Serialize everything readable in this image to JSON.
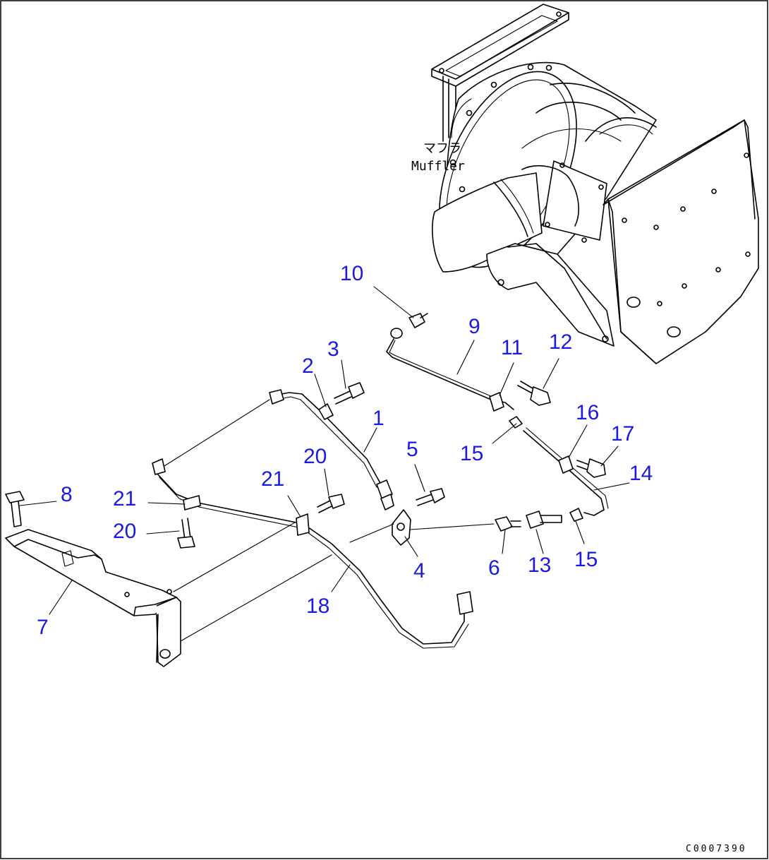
{
  "diagram": {
    "muffler_label_jp": "マフラ",
    "muffler_label_en": "Muffler",
    "drawing_code": "C0007390",
    "callouts": {
      "c1": "1",
      "c2": "2",
      "c3": "3",
      "c4": "4",
      "c5": "5",
      "c6": "6",
      "c7": "7",
      "c8": "8",
      "c9": "9",
      "c10": "10",
      "c11": "11",
      "c12": "12",
      "c13": "13",
      "c14": "14",
      "c15a": "15",
      "c15b": "15",
      "c16": "16",
      "c17": "17",
      "c18": "18",
      "c20a": "20",
      "c20b": "20",
      "c21a": "21",
      "c21b": "21"
    },
    "colors": {
      "callout": "#1a1ae0",
      "line": "#000000",
      "background": "#ffffff"
    }
  }
}
